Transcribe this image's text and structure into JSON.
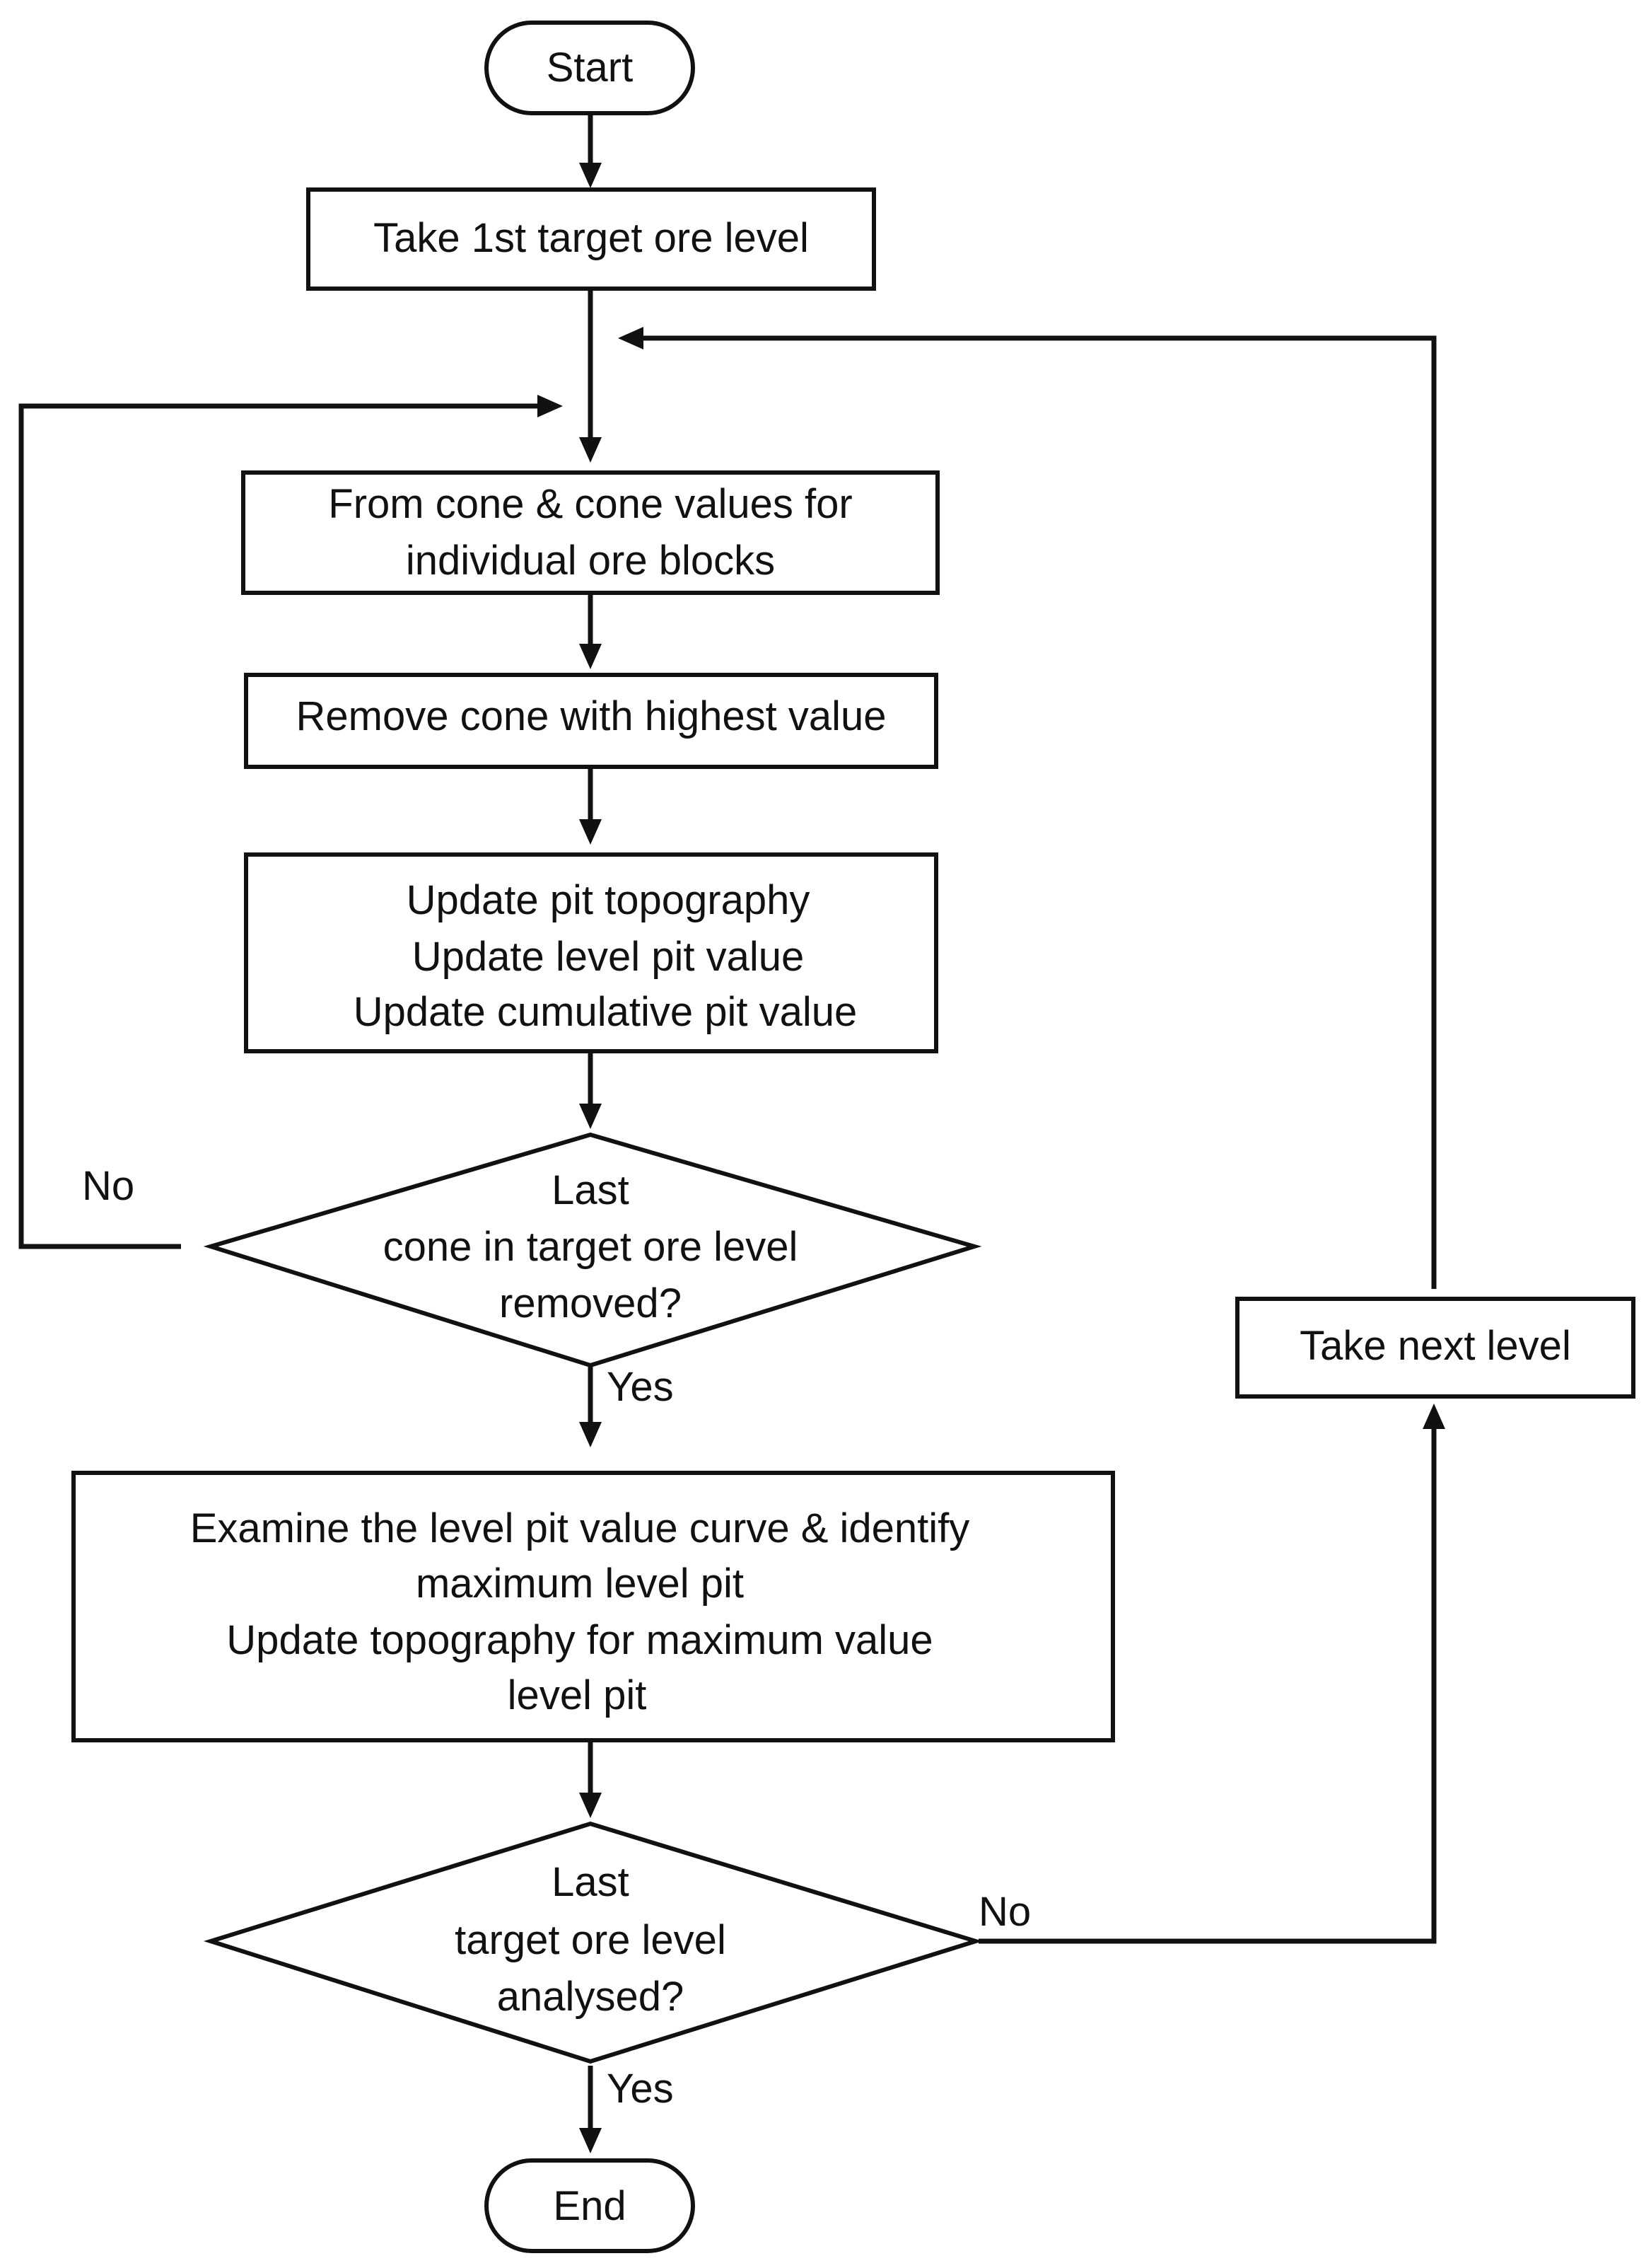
{
  "nodes": {
    "start": {
      "lines": [
        "Start"
      ]
    },
    "take_first": {
      "lines": [
        "Take 1st target ore level"
      ]
    },
    "form_cone": {
      "lines": [
        "From cone & cone values for",
        "individual ore blocks"
      ]
    },
    "remove_cone": {
      "lines": [
        "Remove cone with highest value"
      ]
    },
    "update": {
      "lines": [
        "Update pit topography",
        "Update level pit value",
        "Update cumulative pit value"
      ]
    },
    "decision_cone": {
      "lines": [
        "Last",
        "cone in target ore level",
        "removed?"
      ]
    },
    "examine": {
      "lines": [
        "Examine the level pit value curve & identify",
        "maximum level pit",
        "Update topography for maximum value",
        "level pit"
      ]
    },
    "decision_level": {
      "lines": [
        "Last",
        "target ore level",
        "analysed?"
      ]
    },
    "take_next": {
      "lines": [
        "Take next level"
      ]
    },
    "end": {
      "lines": [
        "End"
      ]
    }
  },
  "edge_labels": {
    "cone_no": "No",
    "cone_yes": "Yes",
    "level_no": "No",
    "level_yes": "Yes"
  },
  "colors": {
    "stroke": "#111111",
    "background": "#ffffff"
  }
}
